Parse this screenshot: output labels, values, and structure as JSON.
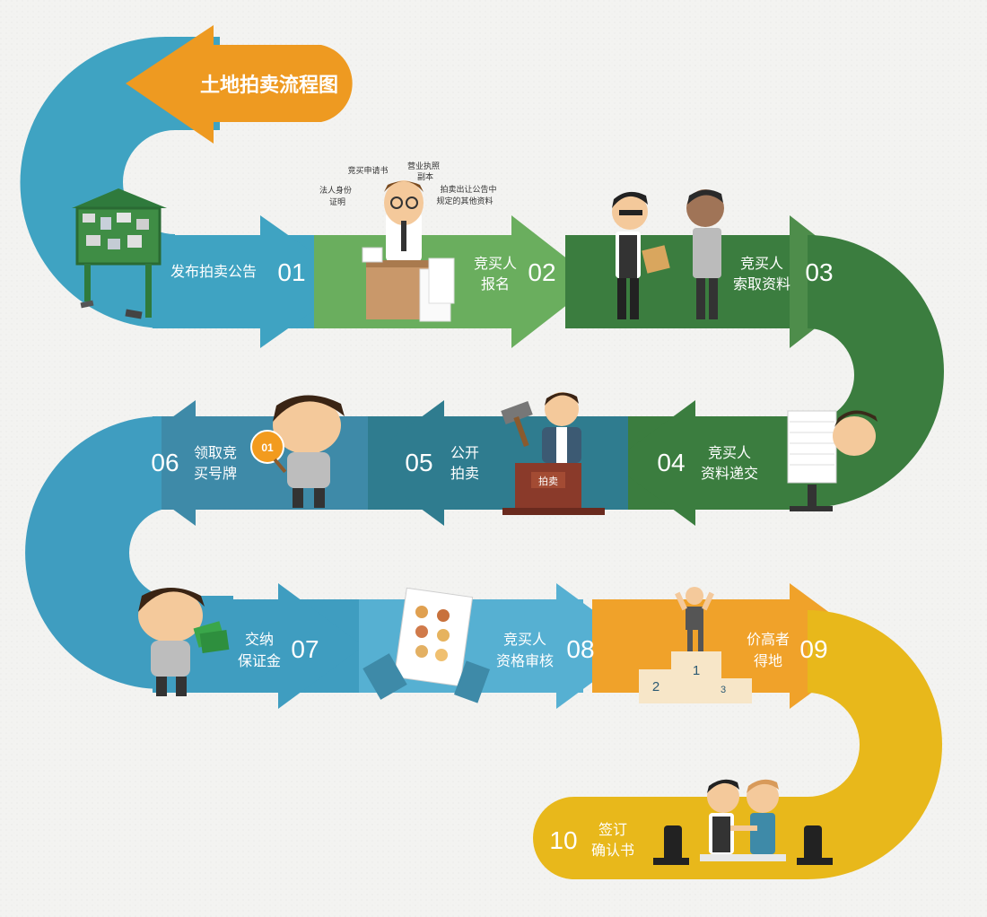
{
  "title": "土地拍卖流程图",
  "steps": [
    {
      "num": "01",
      "line1": "发布拍卖公告",
      "line2": ""
    },
    {
      "num": "02",
      "line1": "竞买人",
      "line2": "报名"
    },
    {
      "num": "03",
      "line1": "竞买人",
      "line2": "索取资料"
    },
    {
      "num": "04",
      "line1": "竞买人",
      "line2": "资料递交"
    },
    {
      "num": "05",
      "line1": "公开",
      "line2": "拍卖"
    },
    {
      "num": "06",
      "line1": "领取竞",
      "line2": "买号牌"
    },
    {
      "num": "07",
      "line1": "交纳",
      "line2": "保证金"
    },
    {
      "num": "08",
      "line1": "竞买人",
      "line2": "资格审核"
    },
    {
      "num": "09",
      "line1": "价高者",
      "line2": "得地"
    },
    {
      "num": "10",
      "line1": "签订",
      "line2": "确认书"
    }
  ],
  "document_labels": [
    "竞买申请书",
    "营业执照",
    "副本",
    "法人身份",
    "证明",
    "拍卖出让公告中",
    "规定的其他资料"
  ],
  "podium_sign": "拍卖",
  "paddle_number": "01",
  "podium_places": [
    "1",
    "2",
    "3"
  ],
  "colors": {
    "title_orange": "#ee9a21",
    "teal_loop": "#3fa3c2",
    "light_green": "#6aae5e",
    "dark_green": "#3b7d3f",
    "blue": "#3e8aa8",
    "sky": "#56b0d2",
    "orange": "#f0a22a",
    "yellow": "#e8b81b",
    "ink": "#ffffff"
  }
}
